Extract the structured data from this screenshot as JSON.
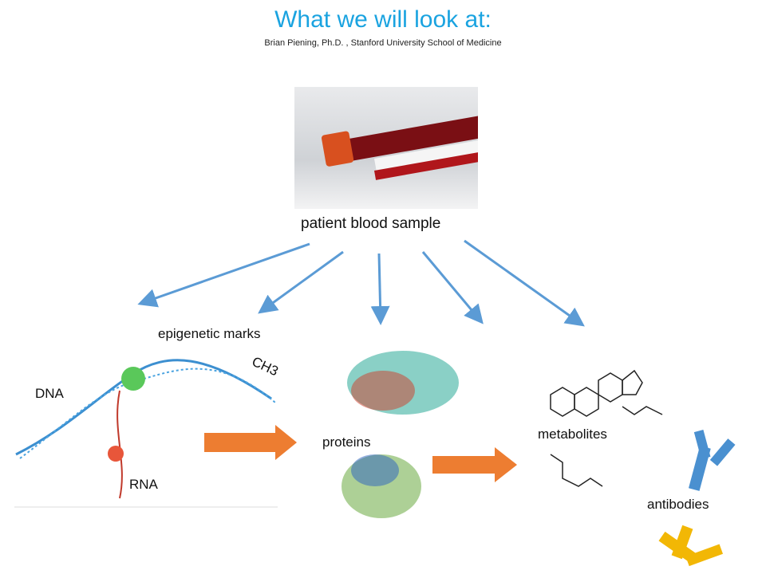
{
  "header": {
    "title": "What we will look at:",
    "subtitle": "Brian Piening, Ph.D. , Stanford  University School of Medicine"
  },
  "sample": {
    "label": "patient blood sample"
  },
  "labels": {
    "epigenetic": "epigenetic marks",
    "ch3": "CH3",
    "dna": "DNA",
    "rna": "RNA",
    "proteins": "proteins",
    "metabolites": "metabolites",
    "antibodies": "antibodies"
  },
  "colors": {
    "title": "#1aa3e0",
    "arrow_blue": "#5b9bd5",
    "arrow_orange": "#ed7d31",
    "antibody_blue": "#4a90d0",
    "antibody_yellow": "#f2b705"
  }
}
